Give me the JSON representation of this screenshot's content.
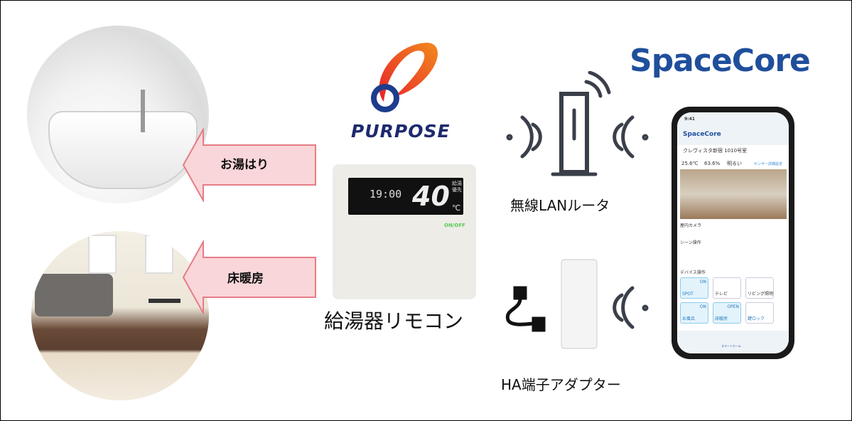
{
  "labels": {
    "bath_fill": "お湯はり",
    "floor_heating": "床暖房",
    "remote": "給湯器リモコン",
    "router": "無線LANルータ",
    "adapter": "HA端子アダプター"
  },
  "logos": {
    "purpose": "PURPOSE",
    "spacecore": "SpaceCore"
  },
  "remote_display": {
    "time": "19:00",
    "temp": "40",
    "unit": "℃",
    "mode": "給湯優先",
    "on_off": "ON/OFF"
  },
  "phone": {
    "time": "9:41",
    "app_name": "SpaceCore",
    "room": "クレヴィスタ新宿 1010号室",
    "temperature": "25.6℃",
    "humidity": "63.6%",
    "brightness": "明るい",
    "sensor_link": "センサー詳細設定",
    "camera": "屋内カメラ",
    "scene_header": "シーン操作",
    "device_header": "デバイス操作",
    "devices": [
      {
        "name": "SPOT",
        "state": "ON"
      },
      {
        "name": "テレビ",
        "state": ""
      },
      {
        "name": "リビング照明",
        "state": ""
      },
      {
        "name": "お風呂",
        "state": "ON"
      },
      {
        "name": "床暖房",
        "state": "OPEN"
      },
      {
        "name": "鍵ロック",
        "state": ""
      }
    ],
    "nav_active": "スマートホーム"
  },
  "colors": {
    "arrow_fill": "#f9d6d9",
    "arrow_stroke": "#e57c86",
    "spacecore": "#1f4f9c",
    "wave": "#3a3f4a"
  }
}
